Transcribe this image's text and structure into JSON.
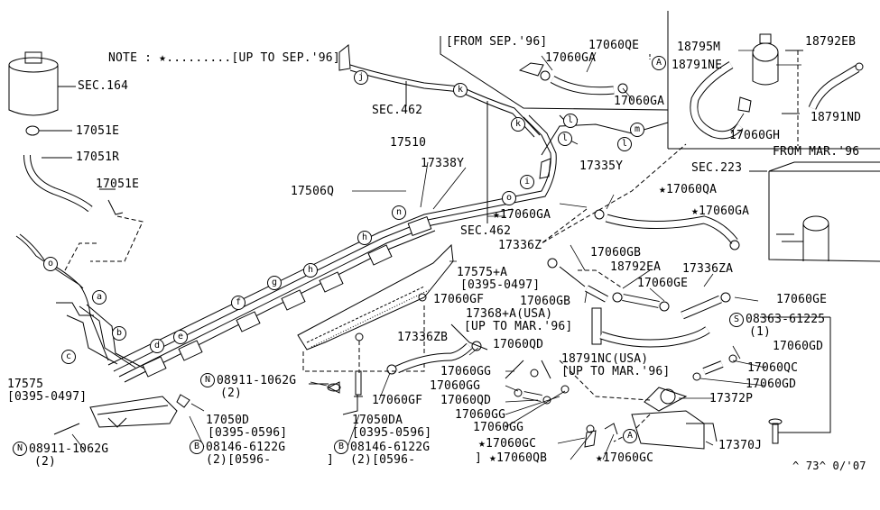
{
  "note": "NOTE : ★.........[UP TO SEP.'96]",
  "from_sep": "[FROM SEP.'96]",
  "from_mar": "FROM MAR.'96",
  "diagram_code": "^ 73^ 0/'07",
  "labels": {
    "sec164": "SEC.164",
    "p17051E_top": "17051E",
    "p17051R": "17051R",
    "p17051E_mid": "17051E",
    "sec462_top": "SEC.462",
    "sec462_mid": "SEC.462",
    "p17510": "17510",
    "p17338Y": "17338Y",
    "p17506Q": "17506Q",
    "p17060QE": "17060QE",
    "p17060GA_1": "17060GA",
    "p17060GA_2": "17060GA",
    "p18795M": "18795M",
    "p18791NE": "18791NE",
    "p18792EB": "18792EB",
    "p18791ND": "18791ND",
    "p17060GH": "17060GH",
    "p17335Y": "17335Y",
    "sec223": "SEC.223",
    "p17060QA": "★17060QA",
    "p17060GA_3": "★17060GA",
    "p17060GA_4": "★17060GA",
    "p17336Z": "17336Z",
    "p17060GB_1": "17060GB",
    "p18792EA": "18792EA",
    "p17336ZA": "17336ZA",
    "p17575A": "17575+A",
    "p17575A_date": "[0395-0497]",
    "p17060GF_1": "17060GF",
    "p17060GB_2": "17060GB",
    "p17060GE_1": "17060GE",
    "p17060GE_2": "17060GE",
    "p17368A": "17368+A(USA)",
    "p17368A_date": "[UP TO MAR.'96]",
    "p08363": "08363-61225",
    "p08363_qty": "(1)",
    "p17060GD_1": "17060GD",
    "p17336ZB": "17336ZB",
    "p17060QD_1": "17060QD",
    "p18791NC": "18791NC(USA)",
    "p18791NC_date": "[UP TO MAR.'96]",
    "p17060QC": "17060QC",
    "p17060GD_2": "17060GD",
    "p17060GG_1": "17060GG",
    "p17060GG_2": "17060GG",
    "p17060QD_2": "17060QD",
    "p17060GG_3": "17060GG",
    "p17060GG_4": "17060GG",
    "p17060GF_2": "17060GF",
    "p17372P": "17372P",
    "p17060GC_1": "★17060GC",
    "p17060QB": "★17060QB",
    "p17060GC_2": "★17060GC",
    "p17370J": "17370J",
    "p17575": "17575",
    "p17575_date": "[0395-0497]",
    "p08911_1": "08911-1062G",
    "p08911_1_qty": "(2)",
    "p17050D": "17050D",
    "p17050D_date": "[0395-0596]",
    "p08146_1": "08146-6122G",
    "p08146_1_qty": "(2)[0596-",
    "p17050DA": "17050DA",
    "p17050DA_date": "[0395-0596]",
    "p08146_2": "08146-6122G",
    "p08146_2_qty": "(2)[0596-",
    "p08911_2": "08911-1062G",
    "p08911_2_qty": "(2)",
    "bracket_close_1": "]",
    "bracket_close_2": "]",
    "bracket_open_3": "]"
  },
  "circle_letters": {
    "N": "N",
    "B": "B",
    "S": "S",
    "A": "A",
    "a": "a",
    "b": "b",
    "c": "c",
    "d": "d",
    "e": "e",
    "f": "f",
    "g": "g",
    "h": "h",
    "i": "i",
    "j": "j",
    "k": "k",
    "l": "l",
    "m": "m",
    "n": "n",
    "o": "o"
  }
}
